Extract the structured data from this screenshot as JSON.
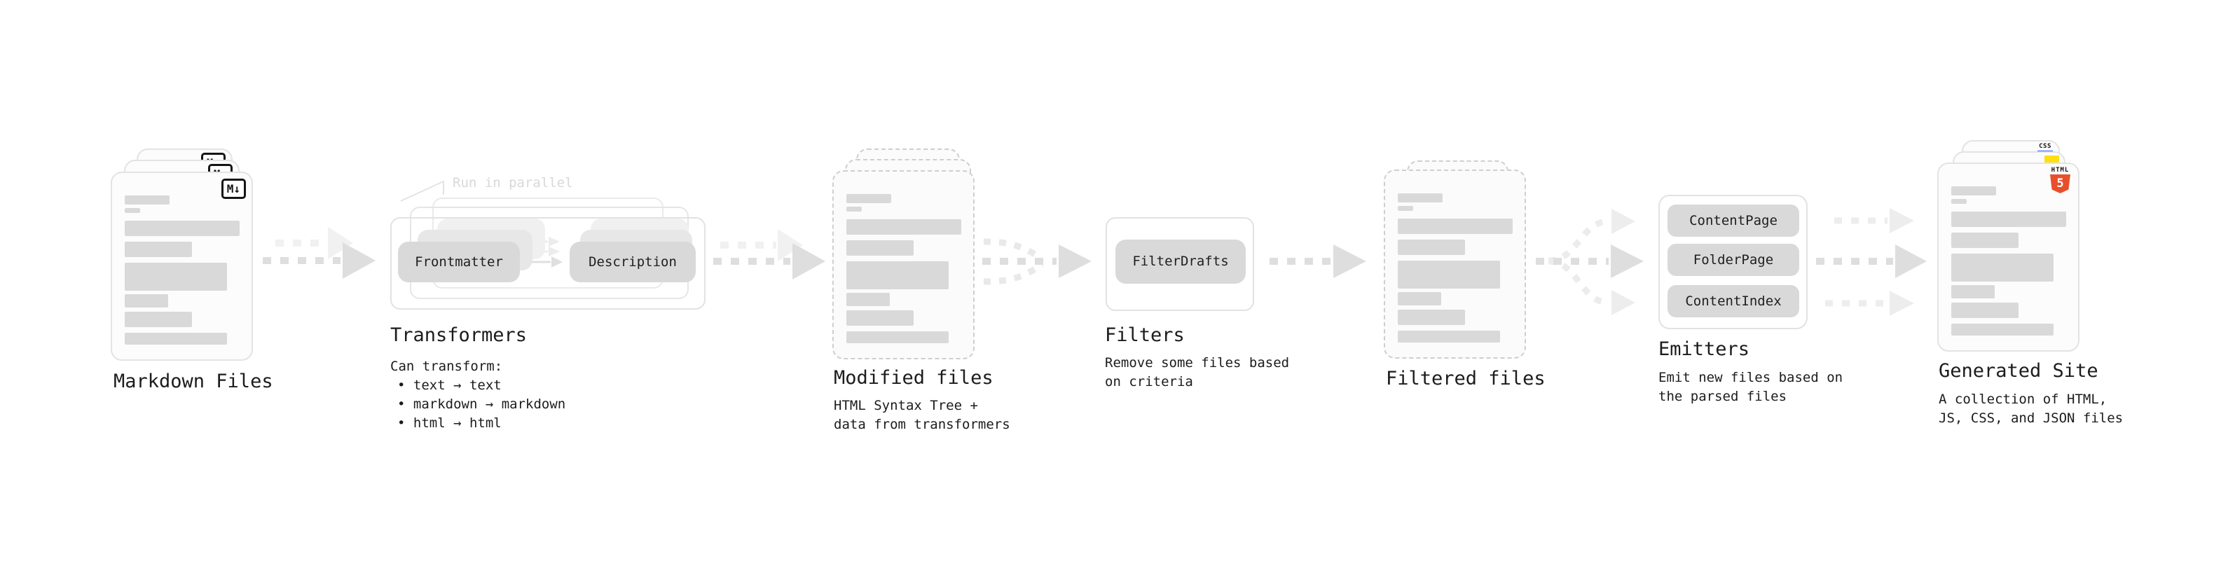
{
  "stages": {
    "markdown": {
      "label": "Markdown Files",
      "badge": "M↓"
    },
    "transformers": {
      "note": "Run in parallel",
      "pill_left": "Frontmatter",
      "pill_right": "Description",
      "label": "Transformers",
      "desc_title": "Can transform:",
      "bullets": [
        "• text → text",
        "• markdown → markdown",
        "• html → html"
      ]
    },
    "modified": {
      "label": "Modified files",
      "desc": "HTML Syntax Tree +\ndata from transformers"
    },
    "filters": {
      "pill": "FilterDrafts",
      "label": "Filters",
      "desc": "Remove some files based\non criteria"
    },
    "filtered": {
      "label": "Filtered files"
    },
    "emitters": {
      "pills": [
        "ContentPage",
        "FolderPage",
        "ContentIndex"
      ],
      "label": "Emitters",
      "desc": "Emit new files based on\nthe parsed files"
    },
    "generated": {
      "label": "Generated Site",
      "desc": "A collection of HTML,\nJS, CSS, and JSON files",
      "badge_css": "CSS",
      "badge_html": "HTML",
      "badge_html5_number": "5"
    }
  },
  "colors": {
    "content_bar": "#d9d9d9",
    "pill_bg": "#d9d9d9",
    "arrow_dark": "#dedede",
    "arrow_light": "#f1f1f1",
    "html5_orange": "#e8502c",
    "js_yellow": "#ffdf14",
    "css_blue": "#2962ff"
  }
}
